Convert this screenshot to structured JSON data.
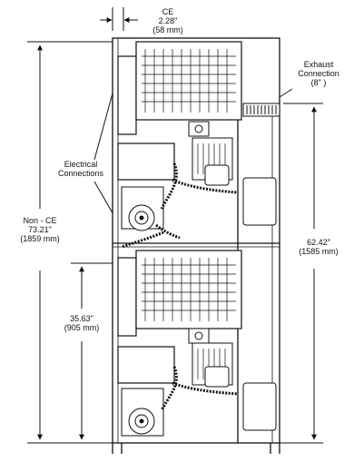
{
  "diagram": {
    "ce": {
      "label": "CE",
      "imperial": "2.28\"",
      "metric": "(58 mm)"
    },
    "exhaust": {
      "line1": "Exhaust",
      "line2": "Connection",
      "line3": "(8\" )"
    },
    "electrical": {
      "line1": "Electrical",
      "line2": "Connections"
    },
    "non_ce": {
      "label": "Non - CE",
      "imperial": "73.21\"",
      "metric": "(1859 mm)"
    },
    "right_height": {
      "imperial": "62.42\"",
      "metric": "(1585 mm)"
    },
    "lower_height": {
      "imperial": "35.63\"",
      "metric": "(905 mm)"
    }
  },
  "colors": {
    "line": "#111111",
    "background": "#ffffff"
  }
}
